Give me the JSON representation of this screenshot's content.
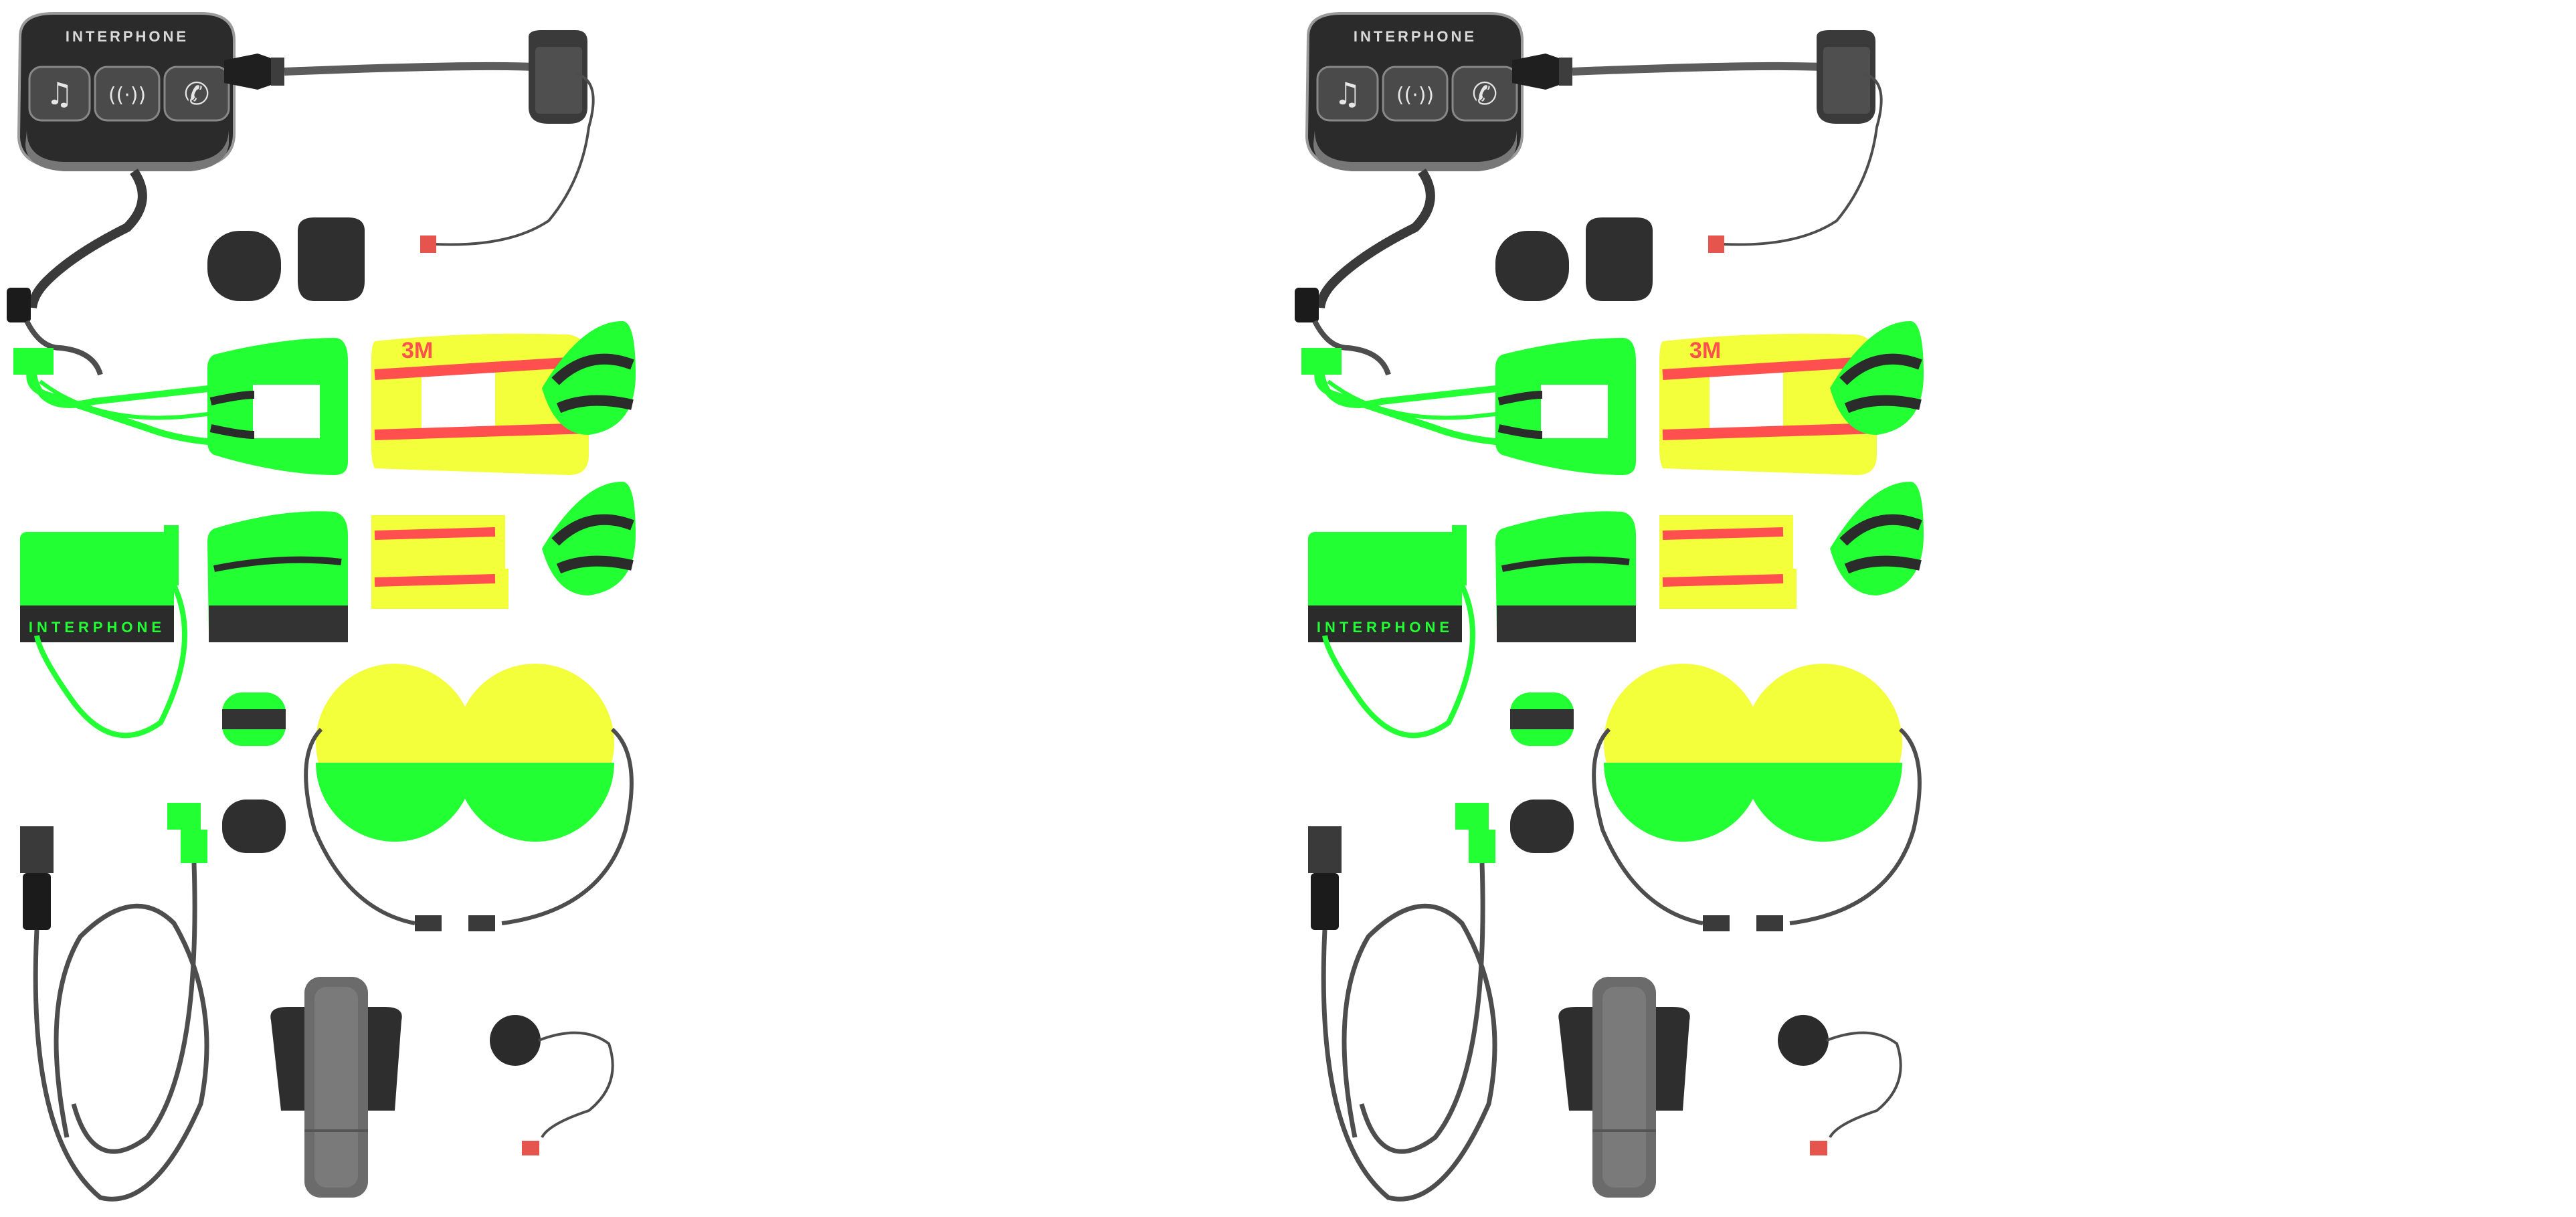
{
  "device": {
    "brand": "INTERPHONE",
    "buttons": [
      {
        "name": "music",
        "icon": "music-note-icon",
        "glyph": "♫"
      },
      {
        "name": "intercom",
        "icon": "intercom-waves-icon",
        "glyph": "((·))"
      },
      {
        "name": "phone",
        "icon": "phone-icon",
        "glyph": "✆"
      }
    ]
  },
  "battery": {
    "brand": "INTERPHONE"
  },
  "adhesive": {
    "mark": "3M"
  },
  "colors": {
    "body": "#2b2b2b",
    "body_dark": "#1b1b1b",
    "button": "#4a4a4a",
    "cable": "#4d4d4d",
    "foam": "#2f2f2f",
    "glitch_green": "#22ff33",
    "glitch_yellow": "#f3ff3a",
    "glitch_red": "#ff4f4f",
    "connector_red": "#e6544e",
    "clip_gray": "#6b6b6b"
  }
}
